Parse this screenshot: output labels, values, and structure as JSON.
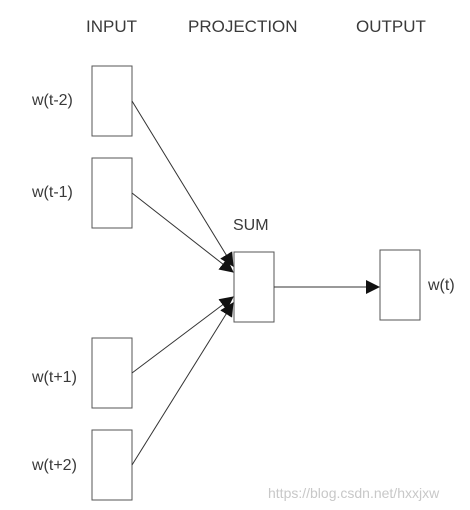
{
  "headers": {
    "input": "INPUT",
    "projection": "PROJECTION",
    "output": "OUTPUT"
  },
  "inputs": [
    {
      "label": "w(t-2)"
    },
    {
      "label": "w(t-1)"
    },
    {
      "label": "w(t+1)"
    },
    {
      "label": "w(t+2)"
    }
  ],
  "projection": {
    "label": "SUM"
  },
  "output": {
    "label": "w(t)"
  },
  "watermark": "https://blog.csdn.net/hxxjxw",
  "colors": {
    "box_border": "#555555",
    "line": "#333333",
    "arrow": "#111111",
    "text": "#3a3a3a",
    "watermark": "#c8c8c8"
  }
}
